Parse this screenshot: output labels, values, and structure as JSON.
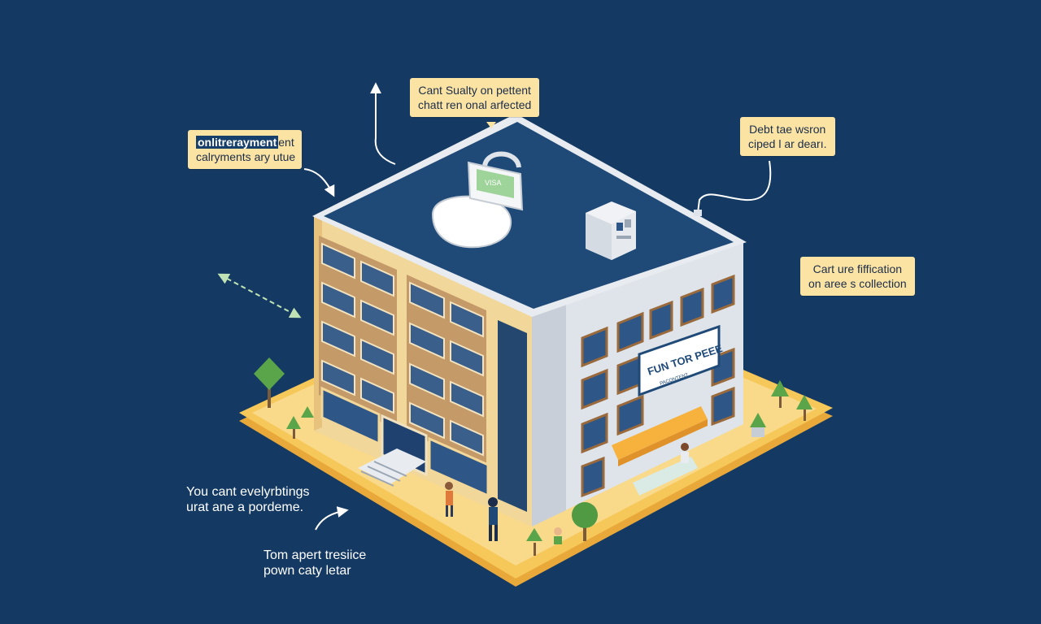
{
  "colors": {
    "background": "#143a63",
    "callout_fill": "#fbe3a3",
    "callout_text": "#1b2d4a",
    "base_platform": "#f6c85a",
    "roof": "#1f4a78",
    "wall_left": "#f2d79a",
    "wall_right": "#dfe4ea",
    "trim": "#e8ecf0"
  },
  "callouts": {
    "top_center": {
      "line1": "Cant Sualty on pettent",
      "line2": "chatt ren onal arfected"
    },
    "left": {
      "line1a": "onlitrerayment",
      "line1b": "ent",
      "line2": "calryments ary utue"
    },
    "top_right": {
      "line1": "Debt tae wsron",
      "line2": "ciped l ar dearı."
    },
    "right": {
      "line1": "Cart ure fiffication",
      "line2": "on aree s collection"
    }
  },
  "labels": {
    "bottom_left": {
      "line1": "You cant evelyrbtings",
      "line2": "urat ane a pordeme."
    },
    "bottom_center": {
      "line1": "Tom apert tresiice",
      "line2": "pown caty letar"
    }
  },
  "sign": {
    "text": "FUN TOR PEEE",
    "subtext": "PACONTENT"
  },
  "card": {
    "text": "VISA"
  },
  "icons": [
    "arrow-up-icon",
    "curved-arrow-icon",
    "double-arrow-icon",
    "padlock-icon",
    "credit-card-icon",
    "server-icon",
    "tree-icon",
    "person-icon"
  ]
}
